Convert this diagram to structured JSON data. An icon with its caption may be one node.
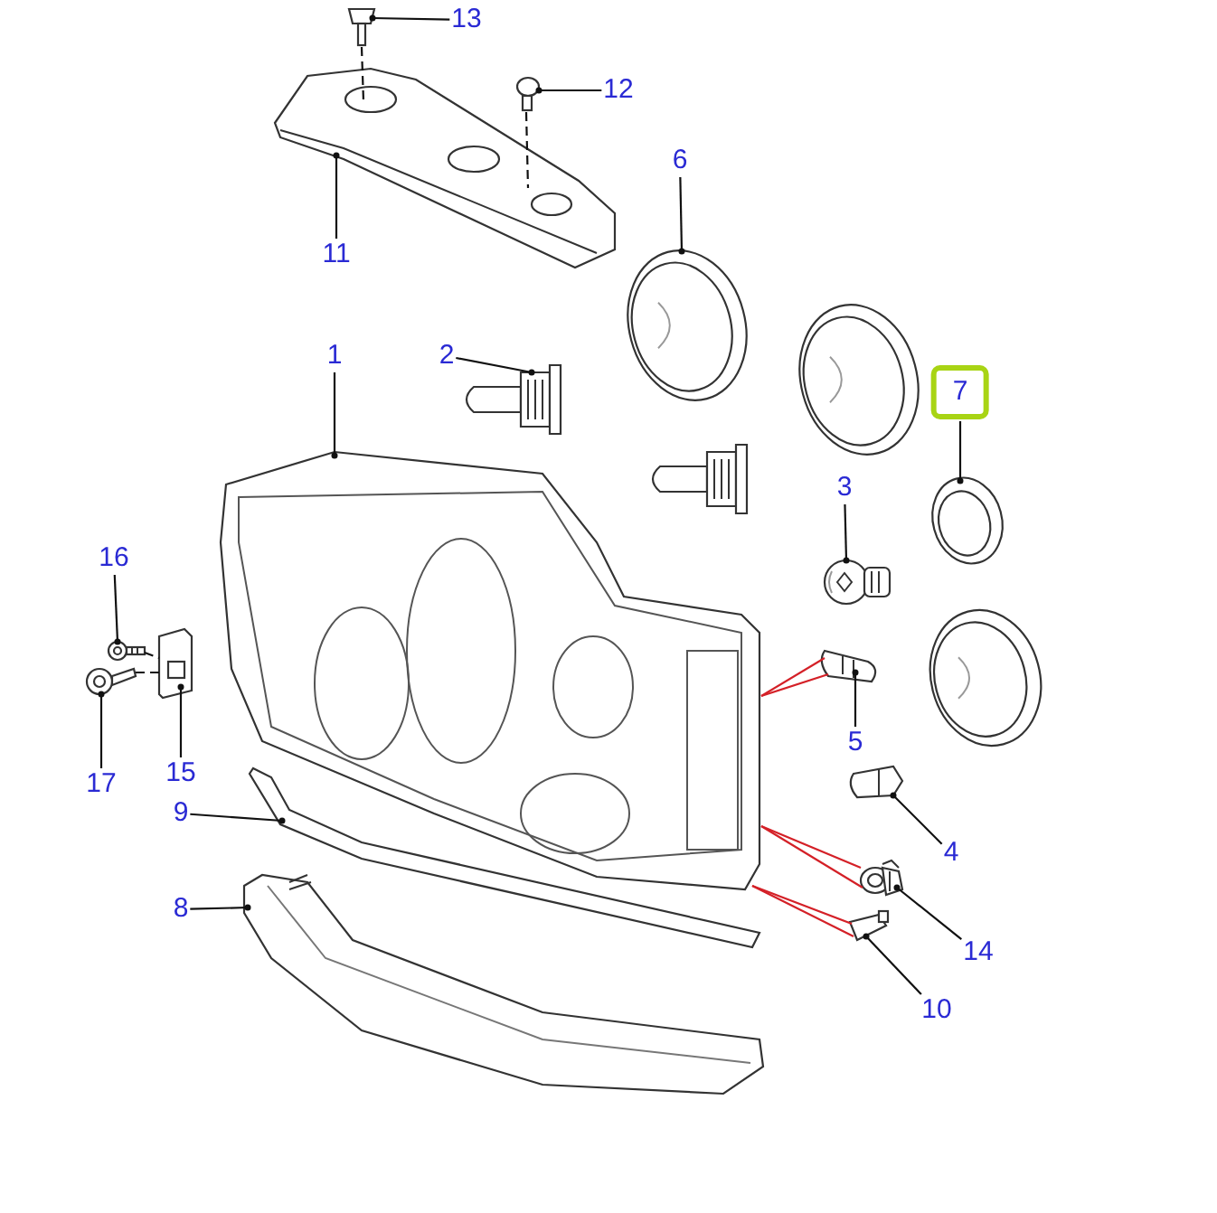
{
  "diagram": {
    "nodes": [
      {
        "text": [
          "13"
        ]
      },
      {
        "text": [
          "12"
        ]
      },
      {
        "text": [
          "6"
        ]
      },
      {
        "text": [
          "11"
        ]
      },
      {
        "text": [
          "1"
        ]
      },
      {
        "text": [
          "2"
        ]
      },
      {
        "text": [
          "7"
        ]
      },
      {
        "text": [
          "3"
        ]
      },
      {
        "text": [
          "16"
        ]
      },
      {
        "text": [
          "5"
        ]
      },
      {
        "text": [
          "15"
        ]
      },
      {
        "text": [
          "17"
        ]
      },
      {
        "text": [
          "9"
        ]
      },
      {
        "text": [
          "4"
        ]
      },
      {
        "text": [
          "8"
        ]
      },
      {
        "text": [
          "14"
        ]
      },
      {
        "text": [
          "10"
        ]
      },
      {
        "text": [],
        "shape": "picture"
      },
      {
        "text": [],
        "shape": "picture"
      },
      {
        "text": [],
        "shape": "picture"
      },
      {
        "text": [],
        "shape": "picture"
      },
      {
        "text": [],
        "shape": "picture"
      },
      {
        "text": [],
        "shape": "picture"
      },
      {
        "text": [],
        "shape": "picture"
      },
      {
        "text": [],
        "shape": "picture"
      },
      {
        "text": [],
        "shape": "picture"
      },
      {
        "text": [],
        "shape": "picture"
      },
      {
        "text": [],
        "shape": "picture"
      },
      {
        "text": [],
        "shape": "picture"
      },
      {
        "text": [],
        "shape": "picture"
      },
      {
        "text": [],
        "shape": "picture"
      },
      {
        "text": [],
        "shape": "picture"
      },
      {
        "text": [],
        "shape": "picture"
      },
      {
        "text": [],
        "shape": "picture"
      }
    ],
    "edges": [
      {
        "from": 0,
        "to": 17,
        "arrow": "other"
      },
      {
        "from": 1,
        "to": 18,
        "arrow": "other"
      },
      {
        "from": 2,
        "to": 19,
        "arrow": "other"
      },
      {
        "from": 3,
        "to": 20,
        "arrow": "other"
      },
      {
        "from": 4,
        "to": 21,
        "arrow": "other"
      },
      {
        "from": 5,
        "to": 22,
        "arrow": "other"
      },
      {
        "from": 6,
        "to": 23,
        "arrow": "other"
      },
      {
        "from": 7,
        "to": 24,
        "arrow": "other"
      },
      {
        "from": 8,
        "to": 25,
        "arrow": "other"
      },
      {
        "from": 9,
        "to": 26,
        "arrow": "other"
      },
      {
        "from": 10,
        "to": 27,
        "arrow": "other"
      },
      {
        "from": 11,
        "to": 28,
        "arrow": "other"
      },
      {
        "from": 12,
        "to": 29,
        "arrow": "other"
      },
      {
        "from": 13,
        "to": 30,
        "arrow": "other"
      },
      {
        "from": 14,
        "to": 31,
        "arrow": "other"
      },
      {
        "from": 15,
        "to": 32,
        "arrow": "other"
      },
      {
        "from": 16,
        "to": 33,
        "arrow": "other"
      },
      {
        "from": 17,
        "to": 20,
        "arrow": "none",
        "style": "dashed"
      },
      {
        "from": 18,
        "to": 20,
        "arrow": "none",
        "style": "dashed"
      },
      {
        "from": 25,
        "to": 27,
        "arrow": "none",
        "style": "dashed"
      },
      {
        "from": 28,
        "to": 27,
        "arrow": "none",
        "style": "dashed"
      },
      {
        "from": 21,
        "to": 26,
        "arrow": "none",
        "color": "#d42027"
      },
      {
        "from": 21,
        "to": 26,
        "arrow": "none",
        "color": "#d42027"
      },
      {
        "from": 21,
        "to": 32,
        "arrow": "none",
        "color": "#d42027"
      },
      {
        "from": 21,
        "to": 32,
        "arrow": "none",
        "color": "#d42027"
      },
      {
        "from": 21,
        "to": 33,
        "arrow": "none",
        "color": "#d42027"
      },
      {
        "from": 21,
        "to": 33,
        "arrow": "none",
        "color": "#d42027"
      }
    ]
  }
}
